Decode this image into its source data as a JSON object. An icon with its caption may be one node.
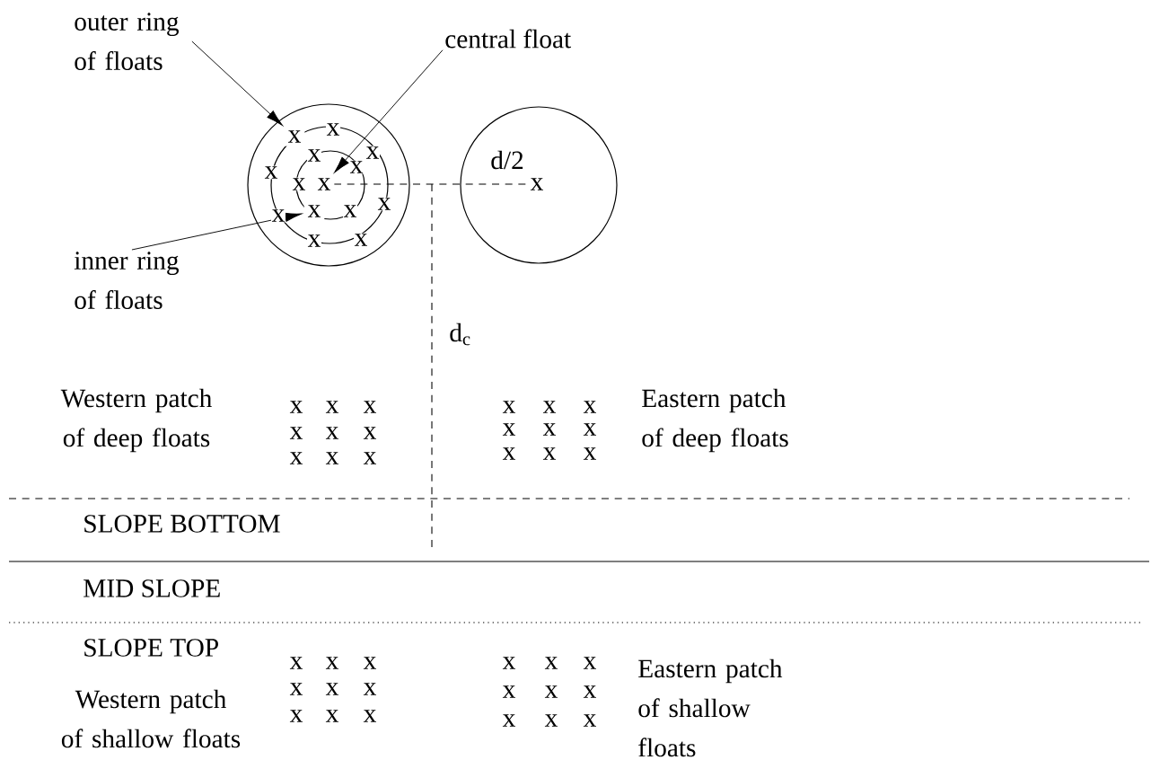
{
  "diagram": {
    "nodes": [
      {
        "text": [
          "outer ring of floats"
        ]
      },
      {
        "text": [
          "central float"
        ]
      },
      {
        "text": [
          "inner ring of floats"
        ]
      },
      {
        "text": [
          "x"
        ]
      },
      {
        "text": [
          "x"
        ]
      },
      {
        "text": [
          "x"
        ]
      }
    ],
    "edges": [
      {
        "from": 0,
        "to": 3,
        "arrow": "to"
      },
      {
        "from": 1,
        "to": 4,
        "arrow": "to"
      },
      {
        "from": 2,
        "to": 5,
        "arrow": "to"
      }
    ],
    "labels": [
      "x",
      "x",
      "x",
      "x",
      "x",
      "x",
      "x",
      "x",
      "x",
      "x",
      "x",
      "d/2",
      "x",
      "d$_{c}$",
      "Western patch of deep floats",
      "x",
      "x",
      "x",
      "x",
      "x",
      "x",
      "x",
      "x",
      "x",
      "x",
      "x",
      "x",
      "x",
      "x",
      "x",
      "x",
      "x",
      "x",
      "Eastern patch of deep floats",
      "SLOPE BOTTOM",
      "MID SLOPE",
      "SLOPE TOP",
      "x",
      "x",
      "x",
      "x",
      "x",
      "x",
      "x",
      "x",
      "x",
      "x",
      "x",
      "x",
      "x",
      "x",
      "x",
      "x",
      "x",
      "x",
      "Western patch of shallow floats",
      "Eastern patch of shallow floats"
    ]
  }
}
